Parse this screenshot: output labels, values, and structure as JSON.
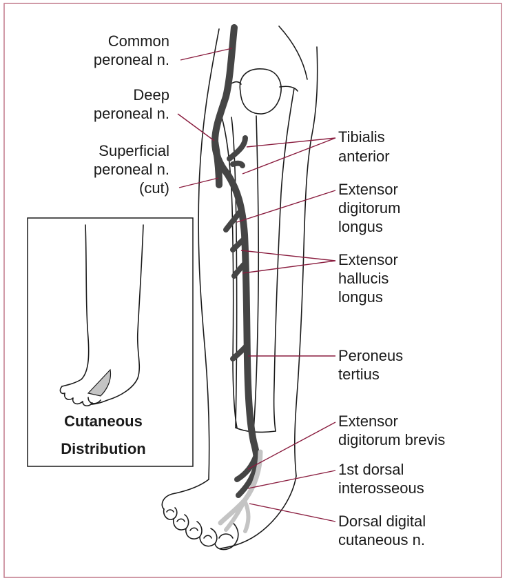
{
  "colors": {
    "frame": "#c0788a",
    "leader": "#8a1d3f",
    "nerve": "#454545",
    "cutaneous": "#c4c4c4",
    "outline": "#1a1a1a"
  },
  "labels": {
    "common_peroneal": [
      "Common",
      "peroneal n."
    ],
    "deep_peroneal": [
      "Deep",
      "peroneal n."
    ],
    "superficial_peroneal": [
      "Superficial",
      "peroneal n.",
      "(cut)"
    ],
    "tibialis_anterior": [
      "Tibialis",
      "anterior"
    ],
    "extensor_digitorum_longus": [
      "Extensor",
      "digitorum",
      "longus"
    ],
    "extensor_hallucis_longus": [
      "Extensor",
      "hallucis",
      "longus"
    ],
    "peroneus_tertius": [
      "Peroneus",
      "tertius"
    ],
    "extensor_digitorum_brevis": [
      "Extensor",
      "digitorum brevis"
    ],
    "first_dorsal_interosseous": [
      "1st dorsal",
      "interosseous"
    ],
    "dorsal_digital_cutaneous": [
      "Dorsal digital",
      "cutaneous n."
    ]
  },
  "inset": {
    "title_line1": "Cutaneous",
    "title_line2": "Distribution"
  }
}
